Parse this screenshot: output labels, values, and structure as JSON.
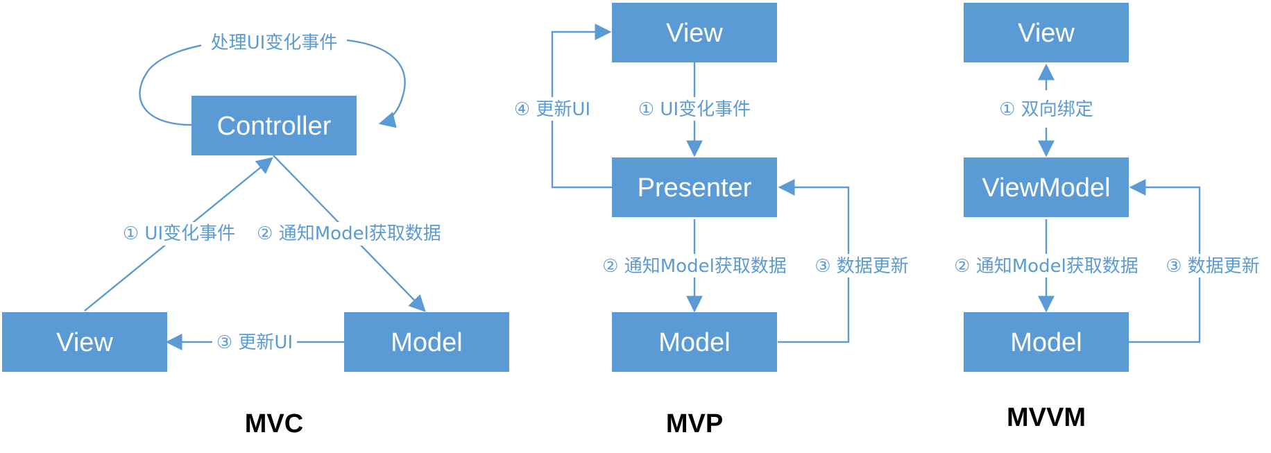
{
  "colors": {
    "box": "#5b9bd5",
    "box_text": "#ffffff",
    "edge": "#5b9bd5",
    "caption": "#000000"
  },
  "mvc": {
    "caption": "MVC",
    "nodes": {
      "controller": "Controller",
      "view": "View",
      "model": "Model"
    },
    "edges": {
      "self_loop": "处理UI变化事件",
      "view_to_controller": "① UI变化事件",
      "controller_to_model": "② 通知Model获取数据",
      "model_to_view": "③ 更新UI"
    }
  },
  "mvp": {
    "caption": "MVP",
    "nodes": {
      "view": "View",
      "presenter": "Presenter",
      "model": "Model"
    },
    "edges": {
      "view_to_presenter": "① UI变化事件",
      "presenter_to_model": "② 通知Model获取数据",
      "model_to_presenter": "③ 数据更新",
      "presenter_to_view": "④ 更新UI"
    }
  },
  "mvvm": {
    "caption": "MVVM",
    "nodes": {
      "view": "View",
      "viewmodel": "ViewModel",
      "model": "Model"
    },
    "edges": {
      "binding": "① 双向绑定",
      "viewmodel_to_model": "② 通知Model获取数据",
      "model_to_viewmodel": "③ 数据更新"
    }
  }
}
